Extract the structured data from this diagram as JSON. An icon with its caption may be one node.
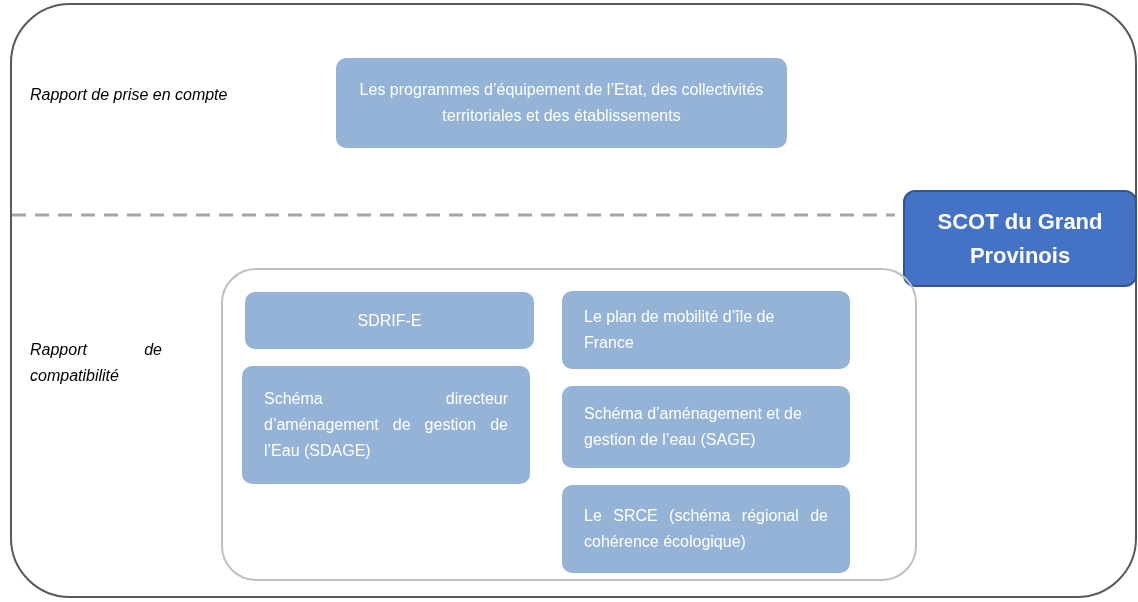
{
  "diagram": {
    "nodes": [
      {
        "text": [],
        "shape": "box"
      },
      {
        "text": [
          "Les programmes d’équipement de l’Etat, des collectivités territoriales et des établissements"
        ],
        "in": 0
      },
      {
        "text": [
          "SCOT du Grand Provinois"
        ],
        "in": 0
      },
      {
        "text": [],
        "shape": "box",
        "in": 0
      },
      {
        "text": [
          "SDRIF-E"
        ],
        "in": 3
      },
      {
        "text": [
          "Schéma directeur d’aménagement de gestion de l’Eau (SDAGE)"
        ],
        "in": 3
      },
      {
        "text": [
          "Le plan de mobilité d’île de France"
        ],
        "in": 3
      },
      {
        "text": [
          "Schéma d’aménagement et de gestion de l’eau (SAGE)"
        ],
        "in": 3
      },
      {
        "text": [
          "Le SRCE (schéma régional de cohérence écologique)"
        ],
        "in": 3
      }
    ],
    "labels": [
      "Rapport de prise en compte",
      "Rapport de compatibilité"
    ]
  }
}
